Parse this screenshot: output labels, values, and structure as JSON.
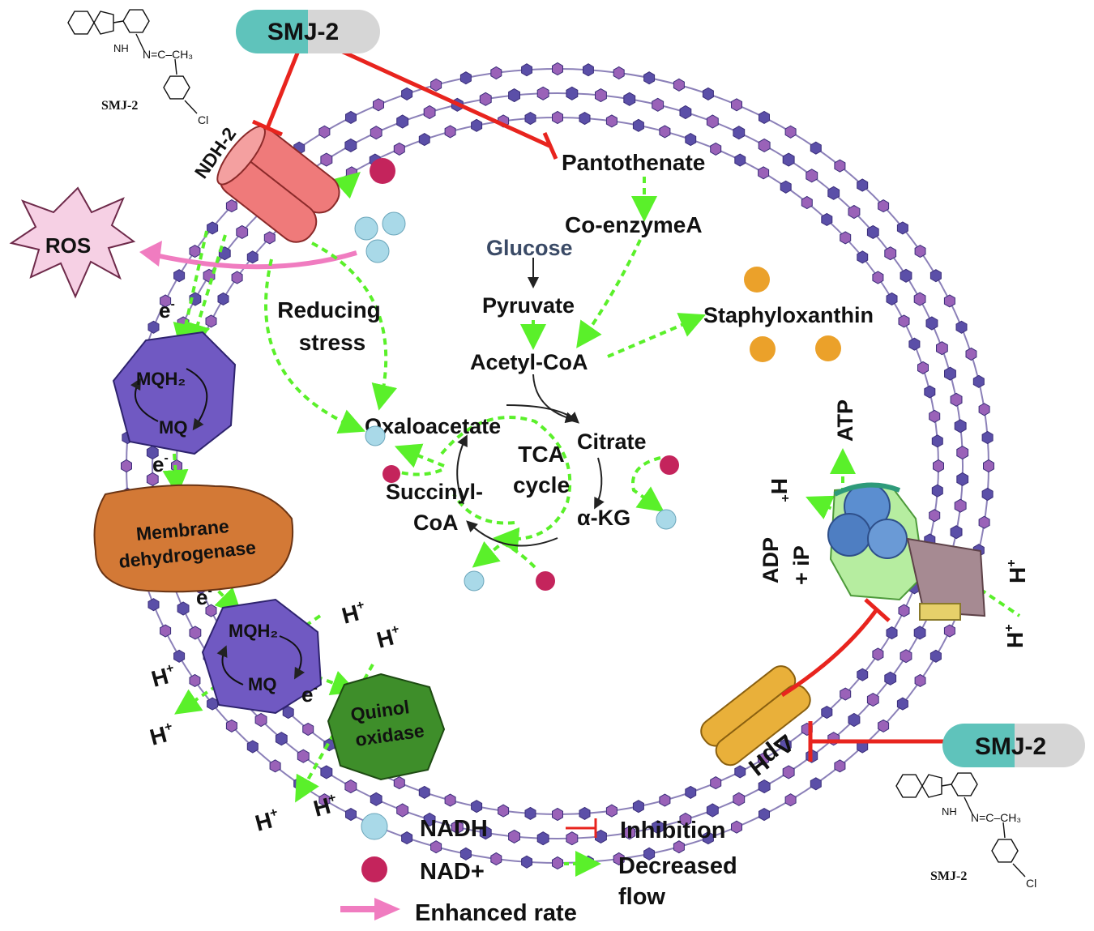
{
  "drug": {
    "name": "SMJ-2",
    "caption": "SMJ-2"
  },
  "structure": {
    "nh": "NH",
    "h": "H",
    "imine": "N=C–CH₃",
    "cl": "Cl"
  },
  "colors": {
    "membrane_blue": "#5b4fa8",
    "membrane_purple": "#9a62b8",
    "inhibition_red": "#e8241e",
    "flow_green": "#5af02a",
    "enhanced_pink": "#f07cc0",
    "nadh": "#a9d9e8",
    "nad_plus": "#c4245c",
    "staphyloxanthin": "#eba12a"
  },
  "labels": {
    "ndh2": "NDH-2",
    "ros": "ROS",
    "pantothenate": "Pantothenate",
    "coenzyme_a": "Co-enzymeA",
    "glucose": "Glucose",
    "pyruvate": "Pyruvate",
    "acetyl_coa": "Acetyl-CoA",
    "staphyloxanthin": "Staphyloxanthin",
    "reducing_stress_1": "Reducing",
    "reducing_stress_2": "stress",
    "oxaloacetate": "Oxaloacetate",
    "citrate": "Citrate",
    "tca_1": "TCA",
    "tca_2": "cycle",
    "succinyl_1": "Succinyl-",
    "succinyl_2": "CoA",
    "akg": "α-KG",
    "electron": "e",
    "electron_sup": "-",
    "mqh2": "MQH₂",
    "mq": "MQ",
    "membrane_dh_1": "Membrane",
    "membrane_dh_2": "dehydrogenase",
    "quinol_1": "Quinol",
    "quinol_2": "oxidase",
    "proton": "H",
    "proton_sup": "+",
    "atp": "ATP",
    "adp": "ADP",
    "ip": "+ iP",
    "dph": "ΔpH"
  },
  "legend": {
    "nadh": "NADH",
    "nad_plus": "NAD+",
    "enhanced": "Enhanced rate",
    "inhibition": "Inhibition",
    "decreased_1": "Decreased",
    "decreased_2": "flow"
  }
}
